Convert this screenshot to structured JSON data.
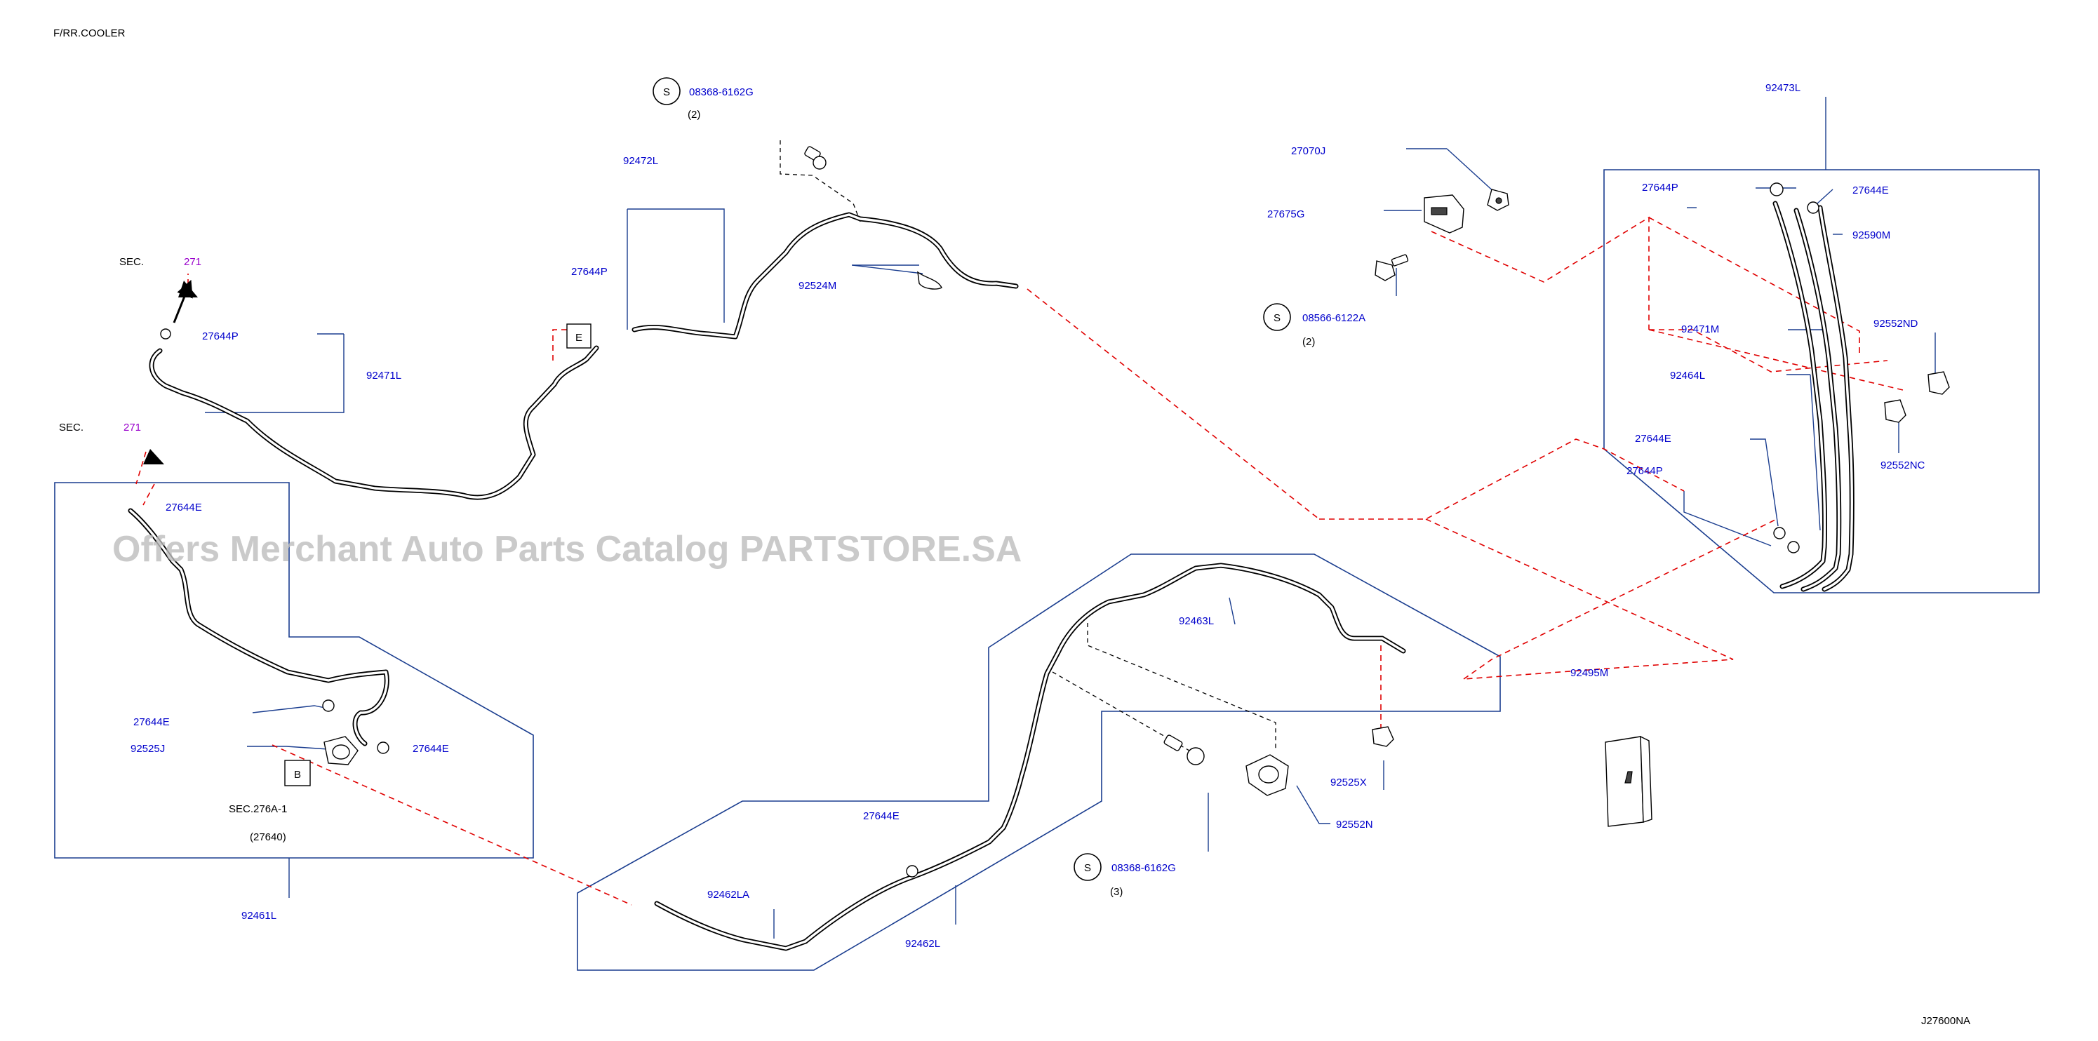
{
  "header": {
    "title": "F/RR.COOLER"
  },
  "diagram_id": "J27600NA",
  "watermark": "Offers Merchant Auto Parts Catalog PARTSTORE.SA",
  "sec_refs": {
    "sec_top": {
      "prefix": "SEC.",
      "number": "271"
    },
    "sec_mid": {
      "prefix": "SEC.",
      "number": "271"
    },
    "sec_276": {
      "line1": "SEC.276A-1",
      "line2": "(27640)"
    }
  },
  "markers": {
    "E": "E",
    "B": "B"
  },
  "screw_symbol": "S",
  "parts": {
    "p08368_top": "08368-6162G",
    "p08368_top_qty": "(2)",
    "p92472L": "92472L",
    "p27644P_center": "27644P",
    "p92524M": "92524M",
    "p27644P_left": "27644P",
    "p92471L": "92471L",
    "p27644E_frame": "27644E",
    "p27644E_left": "27644E",
    "p92525J": "92525J",
    "p27644E_left2": "27644E",
    "p92461L": "92461L",
    "p27070J": "27070J",
    "p27675G": "27675G",
    "p08566": "08566-6122A",
    "p08566_qty": "(2)",
    "p92473L": "92473L",
    "p27644P_right": "27644P",
    "p27644E_right": "27644E",
    "p92590M": "92590M",
    "p92471M": "92471M",
    "p92552ND": "92552ND",
    "p92464L": "92464L",
    "p92552NC": "92552NC",
    "p27644E_right2": "27644E",
    "p27644P_right2": "27644P",
    "p92463L": "92463L",
    "p92495M": "92495M",
    "p92525X": "92525X",
    "p92552N": "92552N",
    "p08368_bottom": "08368-6162G",
    "p08368_bottom_qty": "(3)",
    "p27644E_bottom": "27644E",
    "p92462LA": "92462LA",
    "p92462L": "92462L"
  },
  "colors": {
    "part_label": "#0000cc",
    "frame": "#1a3d8f",
    "leader_dashed": "#e00000",
    "sec_number": "#9900cc"
  }
}
